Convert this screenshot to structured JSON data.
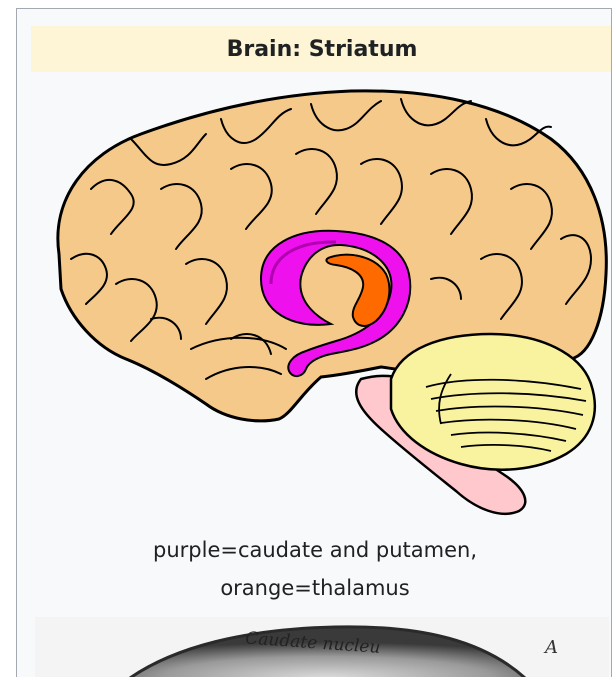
{
  "infobox": {
    "title": "Brain: Striatum",
    "caption_line1": "purple=caudate and putamen,",
    "caption_line2": "orange=thalamus"
  },
  "photo": {
    "label_text": "Caudate nucleu",
    "label_letter": "A"
  },
  "colors": {
    "cortex": "#f5c98a",
    "striatum": "#ee11ee",
    "thalamus": "#ff6a00",
    "cerebellum": "#f9f3a0",
    "brainstem": "#ffc8cc",
    "title_bg": "#fdf5d6"
  }
}
